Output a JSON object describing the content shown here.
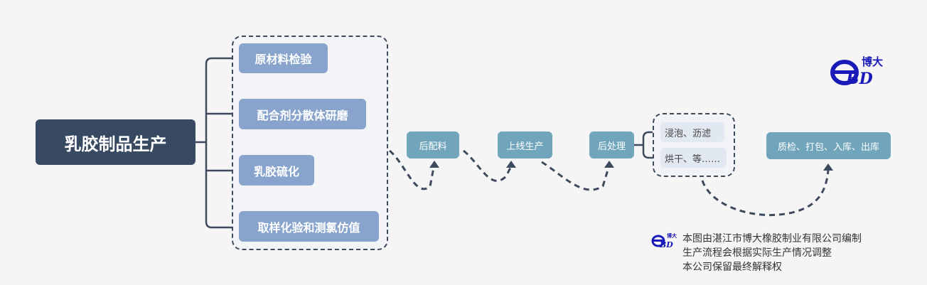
{
  "root": {
    "label": "乳胶制品生产"
  },
  "materials": [
    "原材料检验",
    "配合剂分散体研磨",
    "乳胶硫化",
    "取样化验和测氯仿值"
  ],
  "steps": [
    "后配料",
    "上线生产",
    "后处理"
  ],
  "post_treatment": [
    "浸泡、沥滤",
    "烘干、等……"
  ],
  "final": "质检、打包、入库、出库",
  "logo": {
    "text": "博大",
    "letters": "BD"
  },
  "note": [
    "本图由湛江市博大橡胶制业有限公司编制",
    "生产流程会根据实际生产情况调整",
    "本公司保留最终解释权"
  ],
  "colors": {
    "root": "#374a61",
    "child": "#88a4cc",
    "step": "#70a5bb",
    "logo": "#1a1ab8"
  }
}
